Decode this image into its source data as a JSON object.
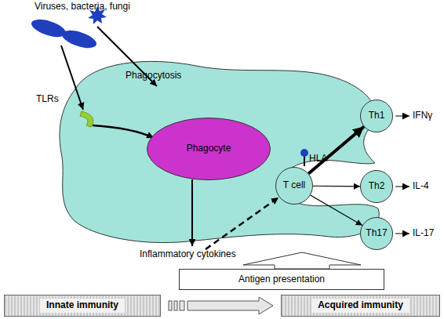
{
  "diagram": {
    "nodes": [
      {
        "text": [
          "Phagocyte"
        ]
      },
      {
        "text": [
          "T cell"
        ]
      },
      {
        "text": [
          "Th1"
        ]
      },
      {
        "text": [
          "Th2"
        ]
      },
      {
        "text": [
          "Th17"
        ]
      },
      {
        "text": [
          "Antigen presentation"
        ]
      },
      {
        "text": [
          "Innate immunity"
        ]
      },
      {
        "text": [
          "Acquired immunity"
        ]
      }
    ],
    "edges": [
      {
        "from": 1,
        "to": 2,
        "arrow": "to"
      },
      {
        "from": 1,
        "to": 3,
        "arrow": "to"
      },
      {
        "from": 1,
        "to": 4,
        "arrow": "to"
      },
      {
        "from": 6,
        "to": 7,
        "arrow": "to"
      }
    ],
    "labels": [
      "Viruses, bacteria, fungi",
      "Phagocytosis",
      "TLRs",
      "HLA",
      "Inflammatory cytokines",
      "IFNγ",
      "IL-4",
      "IL-17"
    ]
  }
}
